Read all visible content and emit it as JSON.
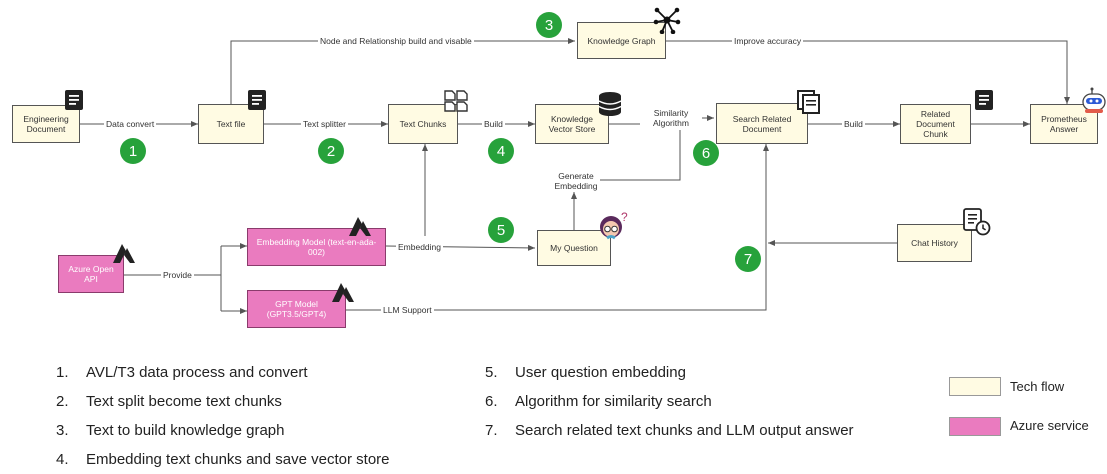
{
  "nodes": {
    "engineering_document": "Engineering Document",
    "text_file": "Text file",
    "text_chunks": "Text Chunks",
    "knowledge_vector_store": "Knowledge Vector Store",
    "search_related_document": "Search Related Document",
    "related_document_chunk": "Related Document Chunk",
    "prometheus_answer": "Prometheus Answer",
    "knowledge_graph": "Knowledge Graph",
    "azure_open_api": "Azure Open API",
    "embedding_model": "Embedding Model (text-en-ada-002)",
    "gpt_model": "GPT Model (GPT3.5/GPT4)",
    "my_question": "My Question",
    "chat_history": "Chat History"
  },
  "edges": {
    "data_convert": "Data convert",
    "text_splitter": "Text splitter",
    "build_1": "Build",
    "build_2": "Build",
    "similarity_algorithm": "Similarity Algorithm",
    "node_relationship": "Node and Relationship build and visable",
    "improve_accuracy": "Improve accuracy",
    "provide": "Provide",
    "embedding": "Embedding",
    "llm_support": "LLM Support",
    "generate_embedding": "Generate Embedding"
  },
  "steps": [
    "1",
    "2",
    "3",
    "4",
    "5",
    "6",
    "7"
  ],
  "legend": [
    {
      "num": "1.",
      "text": "AVL/T3 data process and convert"
    },
    {
      "num": "2.",
      "text": "Text split become text chunks"
    },
    {
      "num": "3.",
      "text": "Text to build knowledge graph"
    },
    {
      "num": "4.",
      "text": "Embedding text chunks and save vector store"
    },
    {
      "num": "5.",
      "text": "User question embedding"
    },
    {
      "num": "6.",
      "text": "Algorithm for similarity search"
    },
    {
      "num": "7.",
      "text": "Search related text chunks and LLM output answer"
    }
  ],
  "key": {
    "tech_flow": "Tech flow",
    "azure_service": "Azure service"
  },
  "colors": {
    "tech_box": "#fffbe3",
    "azure_box": "#ea7bbf",
    "step_circle": "#27a23b"
  },
  "icons": [
    "document-icon",
    "copy-document-icon",
    "database-icon",
    "graph-network-icon",
    "azure-logo-icon",
    "robot-icon",
    "person-question-icon",
    "history-document-icon"
  ]
}
